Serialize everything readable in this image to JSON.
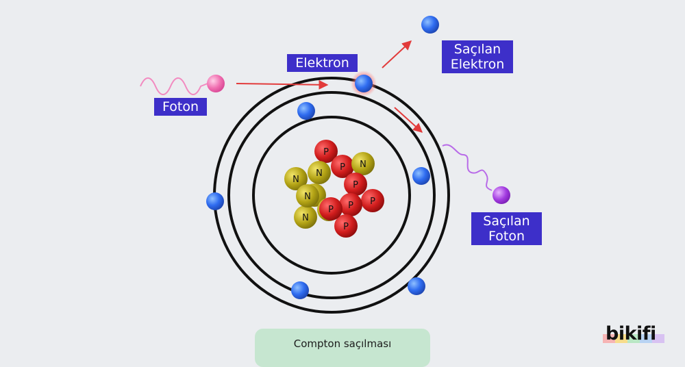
{
  "labels": {
    "foton": "Foton",
    "elektron": "Elektron",
    "sacilan_elektron": [
      "Saçılan",
      "Elektron"
    ],
    "sacilan_foton": [
      "Saçılan",
      "Foton"
    ]
  },
  "caption": "Compton saçılması",
  "logo": "bikifi",
  "nucleus": {
    "particles": [
      "N",
      "P",
      "N",
      "P",
      "N",
      "P",
      "N",
      "P",
      "N",
      "P",
      "N",
      "P",
      "N",
      "P"
    ]
  },
  "colors": {
    "label_bg": "#3d2fc9",
    "electron": "#2f6cf0",
    "photon_in": "#f06eb0",
    "photon_out": "#a23be0",
    "proton": "#d11d1d",
    "neutron": "#b3a315",
    "arrow": "#e23b3b",
    "orbit": "#111111",
    "caption_bg": "#c6e6d0"
  }
}
